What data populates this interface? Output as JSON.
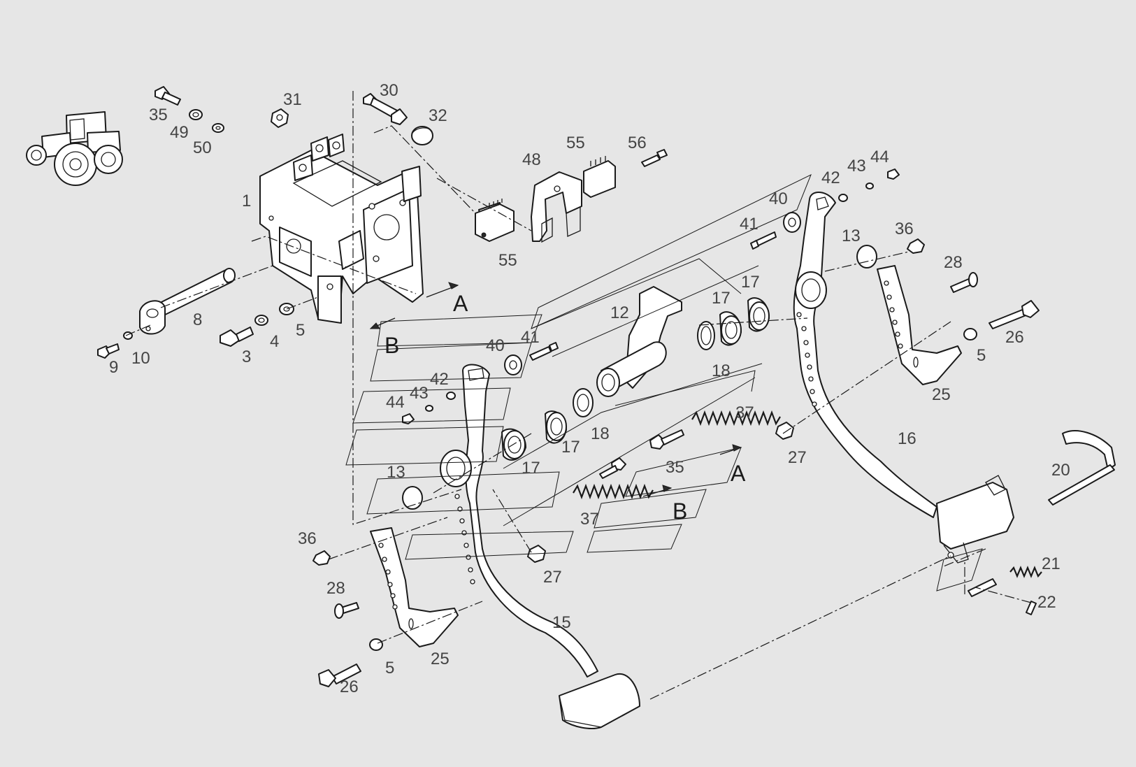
{
  "diagram": {
    "callouts": [
      {
        "label": "35"
      },
      {
        "label": "49"
      },
      {
        "label": "50"
      },
      {
        "label": "31"
      },
      {
        "label": "30"
      },
      {
        "label": "32"
      },
      {
        "label": "48"
      },
      {
        "label": "55"
      },
      {
        "label": "56"
      },
      {
        "label": "55"
      },
      {
        "label": "1"
      },
      {
        "label": "8"
      },
      {
        "label": "9"
      },
      {
        "label": "10"
      },
      {
        "label": "3"
      },
      {
        "label": "4"
      },
      {
        "label": "5"
      },
      {
        "label": "12"
      },
      {
        "label": "40"
      },
      {
        "label": "41"
      },
      {
        "label": "42"
      },
      {
        "label": "43"
      },
      {
        "label": "44"
      },
      {
        "label": "17"
      },
      {
        "label": "17"
      },
      {
        "label": "18"
      },
      {
        "label": "40"
      },
      {
        "label": "41"
      },
      {
        "label": "42"
      },
      {
        "label": "43"
      },
      {
        "label": "44"
      },
      {
        "label": "13"
      },
      {
        "label": "36"
      },
      {
        "label": "28"
      },
      {
        "label": "26"
      },
      {
        "label": "5"
      },
      {
        "label": "25"
      },
      {
        "label": "16"
      },
      {
        "label": "17"
      },
      {
        "label": "17"
      },
      {
        "label": "18"
      },
      {
        "label": "37"
      },
      {
        "label": "35"
      },
      {
        "label": "37"
      },
      {
        "label": "27"
      },
      {
        "label": "13"
      },
      {
        "label": "36"
      },
      {
        "label": "28"
      },
      {
        "label": "25"
      },
      {
        "label": "5"
      },
      {
        "label": "26"
      },
      {
        "label": "27"
      },
      {
        "label": "15"
      },
      {
        "label": "20"
      },
      {
        "label": "21"
      },
      {
        "label": "22"
      }
    ],
    "markers": [
      {
        "label": "A"
      },
      {
        "label": "B"
      },
      {
        "label": "A"
      },
      {
        "label": "B"
      }
    ],
    "icon": "tractor-icon"
  }
}
